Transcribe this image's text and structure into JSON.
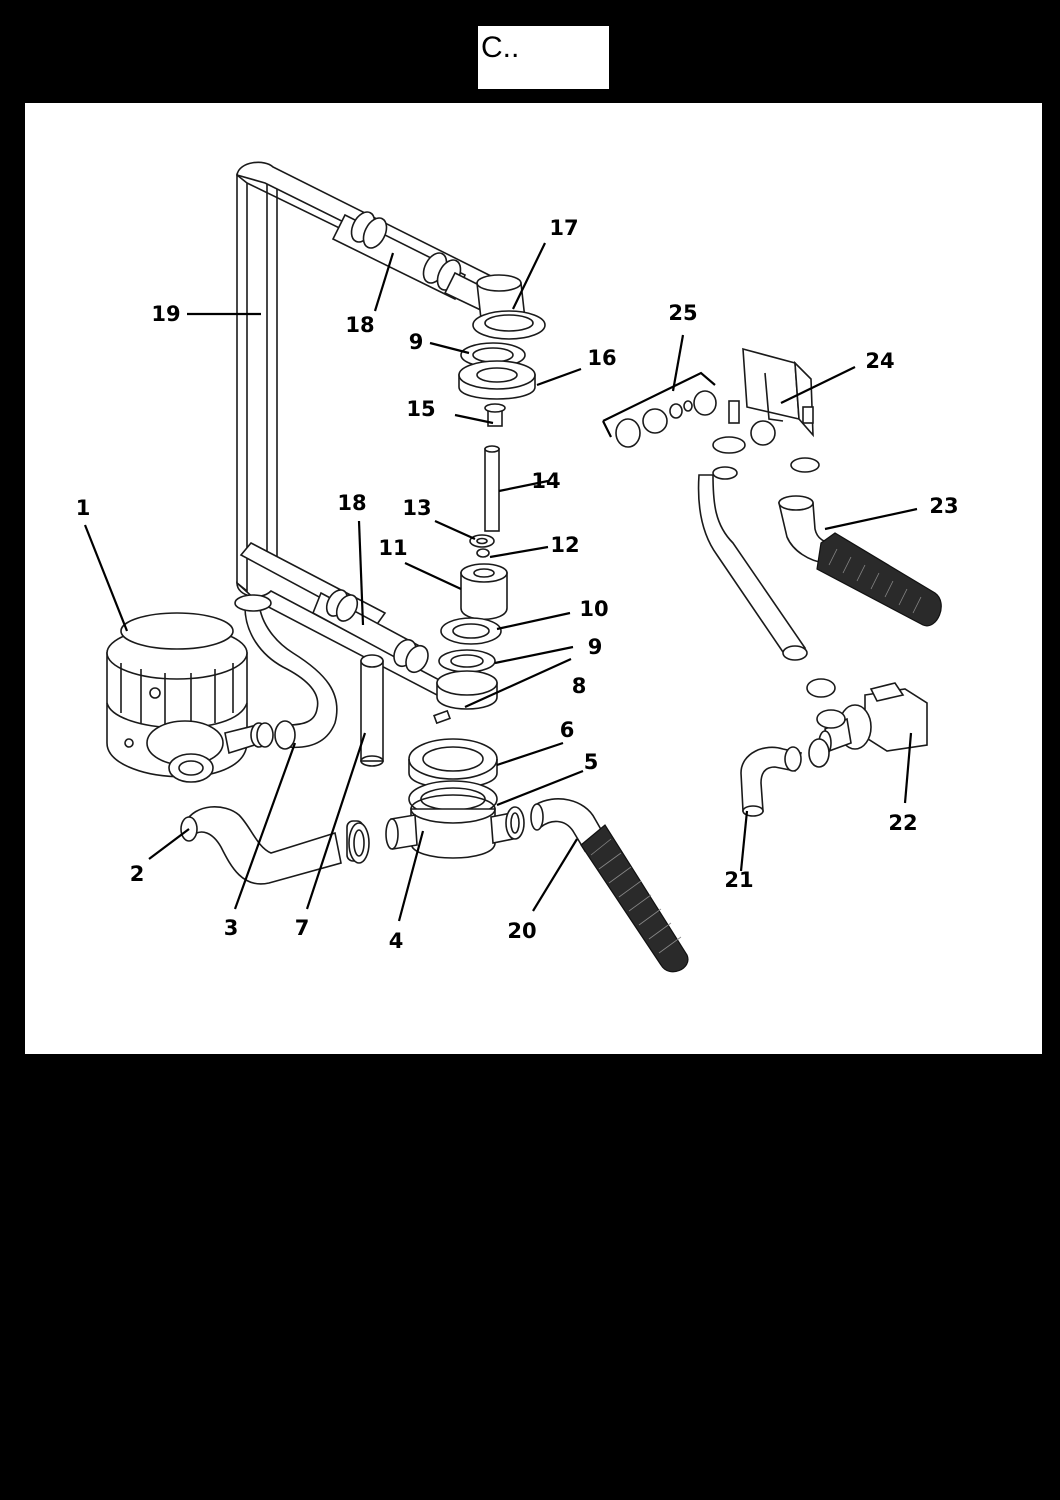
{
  "header": {
    "text": "C.."
  },
  "diagram": {
    "callouts": [
      {
        "id": "1",
        "label": "1"
      },
      {
        "id": "2",
        "label": "2"
      },
      {
        "id": "3",
        "label": "3"
      },
      {
        "id": "4",
        "label": "4"
      },
      {
        "id": "5",
        "label": "5"
      },
      {
        "id": "6",
        "label": "6"
      },
      {
        "id": "7",
        "label": "7"
      },
      {
        "id": "8",
        "label": "8"
      },
      {
        "id": "9a",
        "label": "9"
      },
      {
        "id": "9b",
        "label": "9"
      },
      {
        "id": "10",
        "label": "10"
      },
      {
        "id": "11",
        "label": "11"
      },
      {
        "id": "12",
        "label": "12"
      },
      {
        "id": "13",
        "label": "13"
      },
      {
        "id": "14",
        "label": "14"
      },
      {
        "id": "15",
        "label": "15"
      },
      {
        "id": "16",
        "label": "16"
      },
      {
        "id": "17",
        "label": "17"
      },
      {
        "id": "18a",
        "label": "18"
      },
      {
        "id": "18b",
        "label": "18"
      },
      {
        "id": "19",
        "label": "19"
      },
      {
        "id": "20",
        "label": "20"
      },
      {
        "id": "21",
        "label": "21"
      },
      {
        "id": "22",
        "label": "22"
      },
      {
        "id": "23",
        "label": "23"
      },
      {
        "id": "24",
        "label": "24"
      },
      {
        "id": "25",
        "label": "25"
      }
    ]
  }
}
